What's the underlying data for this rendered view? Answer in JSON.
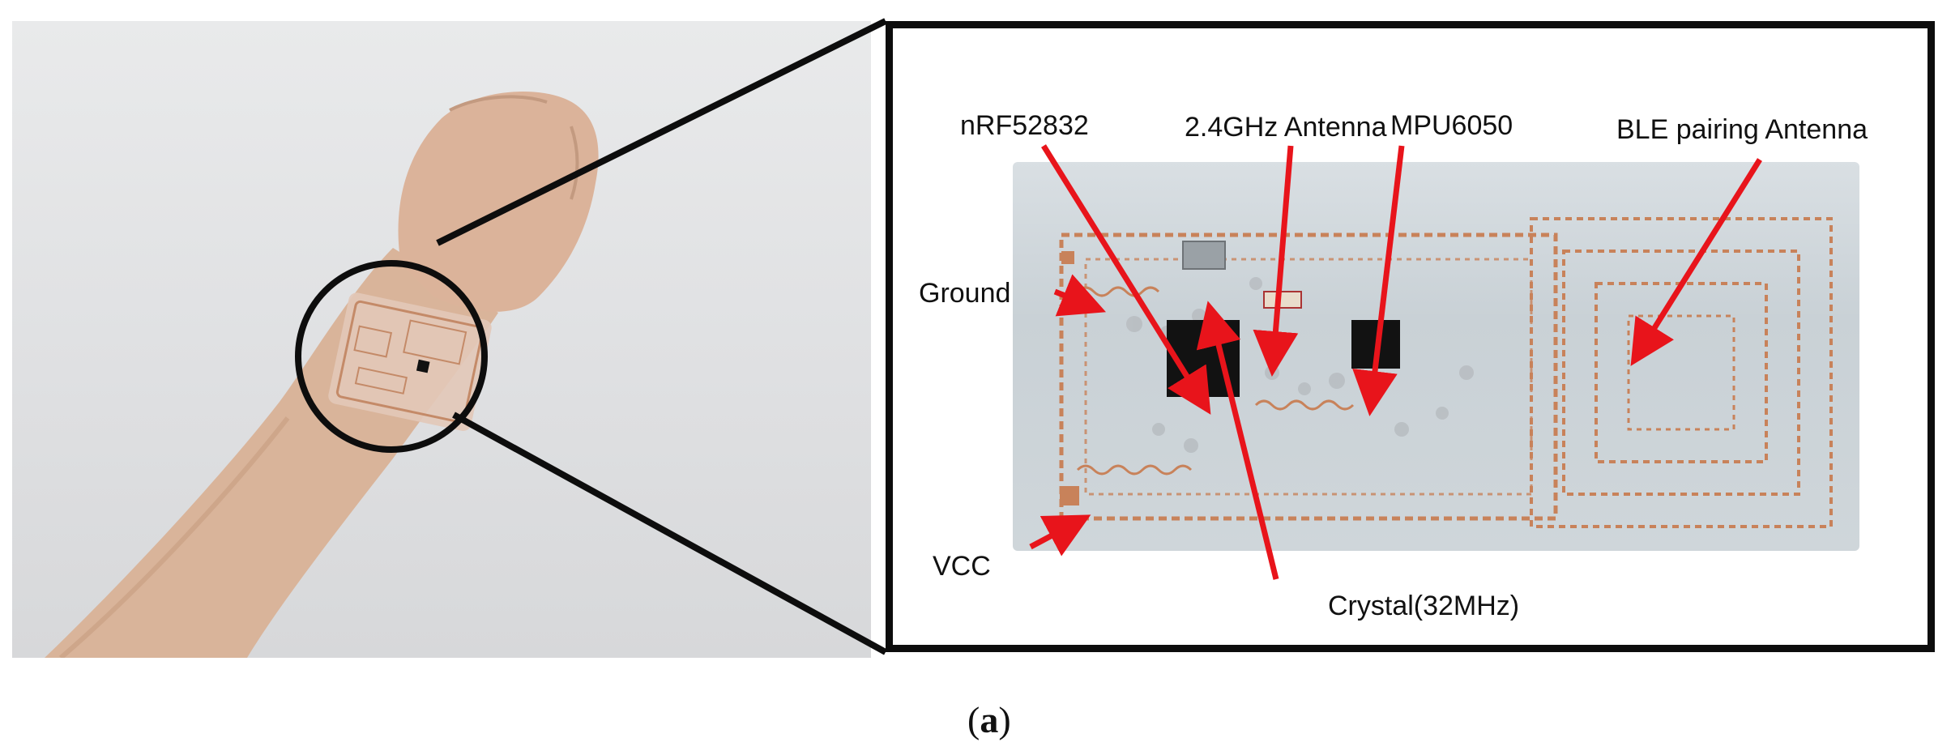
{
  "figure": {
    "caption_open": "(",
    "caption_letter": "a",
    "caption_close": ")"
  },
  "callouts": {
    "nrf": "nRF52832",
    "antenna24": "2.4GHz Antenna",
    "mpu": "MPU6050",
    "ble": "BLE pairing Antenna",
    "ground": "Ground",
    "vcc": "VCC",
    "crystal": "Crystal(32MHz)"
  },
  "colors": {
    "arrow": "#e8141b",
    "frame": "#0d0d0d",
    "copper": "#c8825a"
  }
}
